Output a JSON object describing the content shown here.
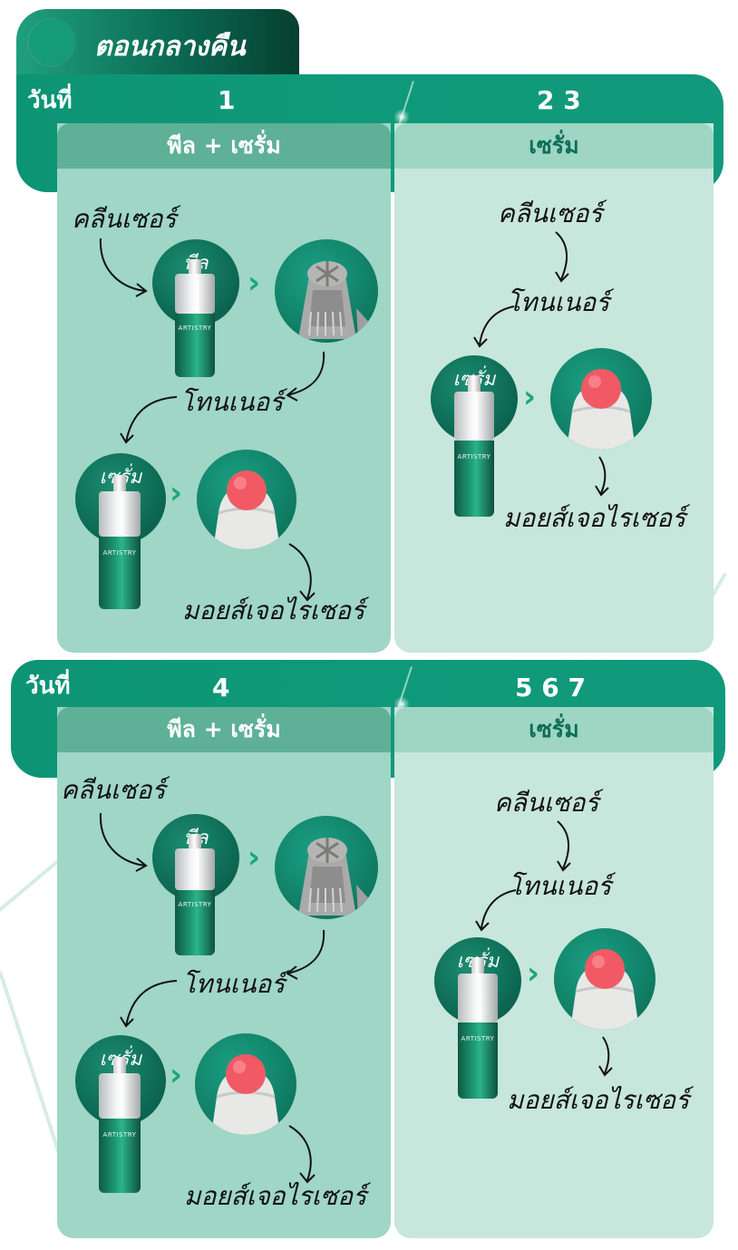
{
  "header": {
    "title": "ตอนกลางคืน"
  },
  "band1": {
    "day_label": "วันที่",
    "left_days": "1",
    "right_days": "2   3"
  },
  "band2": {
    "day_label": "วันที่",
    "left_days": "4",
    "right_days": "5   6   7"
  },
  "panels": {
    "peel_serum_title": "พีล + เซรั่ม",
    "serum_title": "เซรั่ม"
  },
  "steps": {
    "cleanser": "คลีนเซอร์",
    "toner": "โทนเนอร์",
    "moisturizer": "มอยส์เจอไรเซอร์",
    "peel_tag": "พีล",
    "serum_tag": "เซรั่ม"
  },
  "product": {
    "brand": "ARTISTRY"
  },
  "colors": {
    "accent": "#0e9a7a",
    "dark_accent": "#0b6b55",
    "panel_left": "#9fd6c6",
    "panel_right": "#c7e6dc"
  },
  "icons": {
    "peel_tool": "nozzle-attachment-icon",
    "serum_tool": "red-light-roller-icon",
    "next": "chevron-right-icon"
  }
}
